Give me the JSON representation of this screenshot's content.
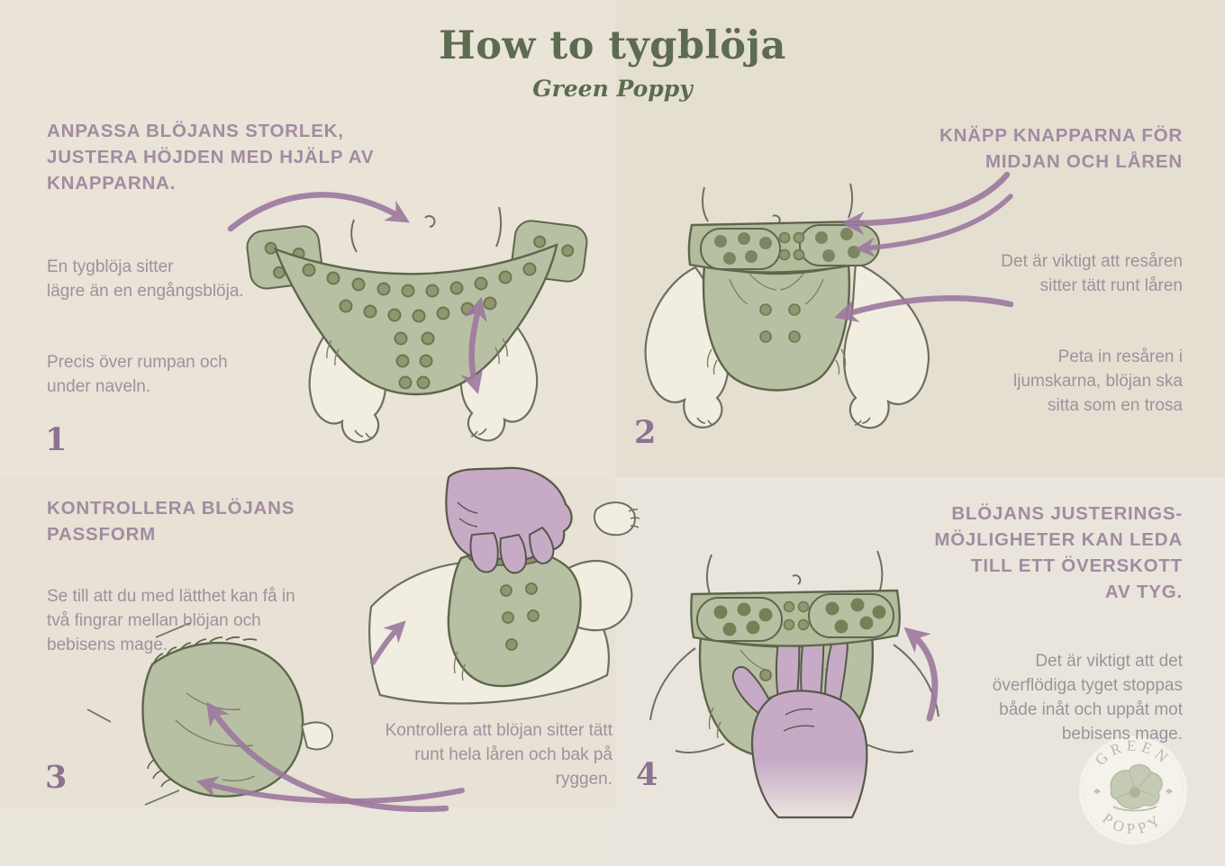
{
  "poster": {
    "title": "How to tygblöja",
    "subtitle": "Green Poppy"
  },
  "steps": [
    {
      "number": "1",
      "heading": "ANPASSA BLÖJANS STORLEK,\nJUSTERA HÖJDEN MED HJÄLP AV\nKNAPPARNA.",
      "para1": "En tygblöja sitter\nlägre än en engångsblöja.",
      "para2": "Precis över rumpan och\nunder naveln."
    },
    {
      "number": "2",
      "heading": "KNÄPP KNAPPARNA FÖR\nMIDJAN OCH LÅREN",
      "para1": "Det är viktigt att resåren\nsitter tätt runt låren",
      "para2": "Peta in resåren i\nljumskarna, blöjan ska\nsitta som en trosa"
    },
    {
      "number": "3",
      "heading": "KONTROLLERA BLÖJANS\nPASSFORM",
      "para1": "Se till att du med lätthet kan få in\ntvå fingrar mellan blöjan och\nbebisens mage.",
      "caption": "Kontrollera att blöjan sitter tätt\nrunt hela låren och bak på\nryggen."
    },
    {
      "number": "4",
      "heading": "BLÖJANS JUSTERINGS-\nMÖJLIGHETER KAN LEDA\nTILL ETT ÖVERSKOTT\nAV TYG.",
      "para1": "Det är viktigt att det\növerflödiga tyget stoppas\nbåde inåt och uppåt mot\nbebisens mage."
    }
  ],
  "logo": {
    "arc_top": "GREEN",
    "arc_bottom": "POPPY"
  },
  "colors": {
    "background": "#ebe6dc",
    "title_green": "#5d6b50",
    "heading_mauve": "#a28ca0",
    "body_gray": "#9b939c",
    "arrow_purple": "#9d789e",
    "diaper_sage": "#b8c0a3",
    "diaper_outline": "#5e664b",
    "snap_dot": "#8f976f",
    "baby_skin": "#f1ede0",
    "baby_outline": "#6c705f",
    "hand_mauve": "#c6aac6"
  }
}
